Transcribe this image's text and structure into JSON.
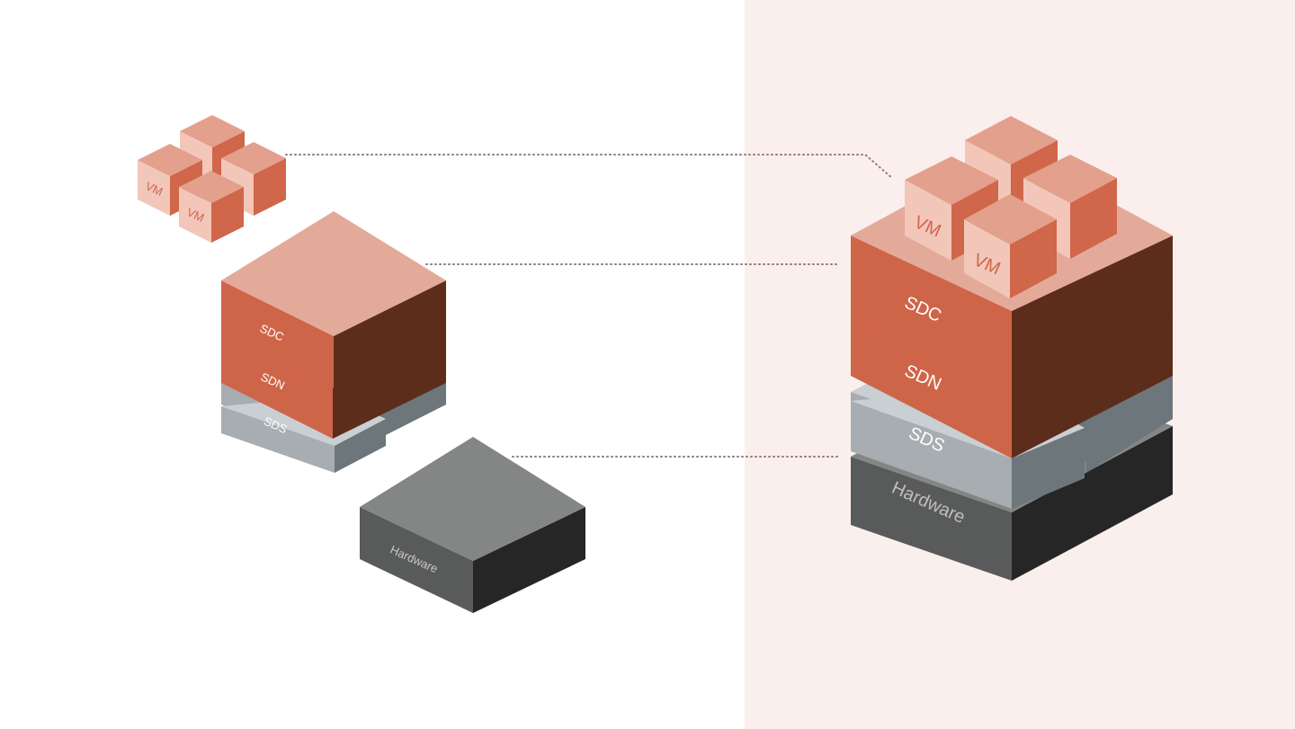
{
  "labels": {
    "vm": "VM",
    "sdc": "SDC",
    "sdn": "SDN",
    "sds": "SDS",
    "hardware": "Hardware"
  },
  "colors": {
    "panel_background": "#fbefed",
    "sdc_top": "#e4aa99",
    "sdc_left": "#cf6548",
    "sdc_right": "#5d2d1b",
    "sds_top": "#c9cfd2",
    "sds_left": "#a7adb0",
    "sds_right": "#6c767b",
    "hardware_top": "#848685",
    "hardware_left": "#595b5a",
    "hardware_right": "#262626",
    "vm_top": "#e3a08c",
    "vm_left": "#f2c7ba",
    "vm_right": "#d0664a",
    "connector": "#8e7b77"
  }
}
